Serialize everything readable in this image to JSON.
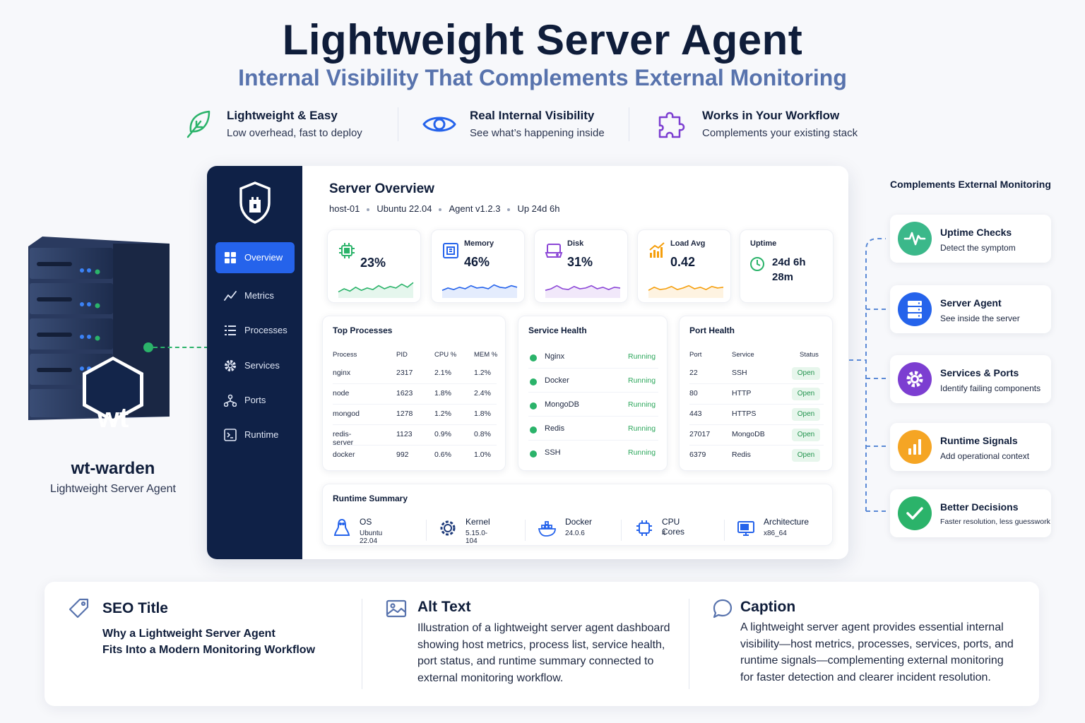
{
  "header": {
    "title": "Lightweight Server Agent",
    "subtitle": "Internal Visibility That Complements External Monitoring"
  },
  "features": [
    {
      "icon": "leaf-icon",
      "title": "Lightweight & Easy",
      "desc": "Low overhead, fast to deploy"
    },
    {
      "icon": "eye-icon",
      "title": "Real Internal Visibility",
      "desc": "See what’s happening inside"
    },
    {
      "icon": "puzzle-icon",
      "title": "Works in Your Workflow",
      "desc": "Complements your existing stack"
    }
  ],
  "server": {
    "badge": "wt",
    "name": "wt-warden",
    "subtitle": "Lightweight Server Agent"
  },
  "sidebar": {
    "items": [
      {
        "label": "Overview",
        "icon": "grid-icon"
      },
      {
        "label": "Metrics",
        "icon": "trend-icon"
      },
      {
        "label": "Processes",
        "icon": "list-icon"
      },
      {
        "label": "Services",
        "icon": "gear-icon"
      },
      {
        "label": "Ports",
        "icon": "network-icon"
      },
      {
        "label": "Runtime",
        "icon": "terminal-icon"
      }
    ]
  },
  "overview": {
    "title": "Server Overview",
    "host": "host-01",
    "os": "Ubuntu 22.04",
    "agent": "Agent v1.2.3",
    "uptime": "Up 24d 6h"
  },
  "metrics": [
    {
      "label": "",
      "value": "23%",
      "icon": "chip-icon",
      "color": "#2bb36a",
      "series": [
        0.3,
        0.5,
        0.35,
        0.6,
        0.4,
        0.55,
        0.45,
        0.7,
        0.5,
        0.65,
        0.55,
        0.8,
        0.6,
        0.9
      ]
    },
    {
      "label": "Memory",
      "value": "46%",
      "icon": "memory-icon",
      "color": "#2563eb",
      "series": [
        0.4,
        0.55,
        0.45,
        0.6,
        0.5,
        0.7,
        0.55,
        0.6,
        0.5,
        0.75,
        0.6,
        0.55,
        0.7,
        0.6
      ]
    },
    {
      "label": "Disk",
      "value": "31%",
      "icon": "disk-icon",
      "color": "#8b45d6",
      "series": [
        0.4,
        0.5,
        0.7,
        0.5,
        0.45,
        0.65,
        0.5,
        0.55,
        0.7,
        0.5,
        0.6,
        0.45,
        0.6,
        0.55
      ]
    },
    {
      "label": "Load Avg",
      "value": "0.42",
      "icon": "load-icon",
      "color": "#f59e0b",
      "series": [
        0.4,
        0.6,
        0.45,
        0.5,
        0.65,
        0.45,
        0.55,
        0.7,
        0.5,
        0.6,
        0.45,
        0.65,
        0.55,
        0.6
      ]
    }
  ],
  "uptime_card": {
    "label": "Uptime",
    "value_line1": "24d 6h",
    "value_line2": "28m"
  },
  "processes": {
    "title": "Top Processes",
    "headers": [
      "Process",
      "PID",
      "CPU %",
      "MEM %"
    ],
    "rows": [
      [
        "nginx",
        "2317",
        "2.1%",
        "1.2%"
      ],
      [
        "node",
        "1623",
        "1.8%",
        "2.4%"
      ],
      [
        "mongod",
        "1278",
        "1.2%",
        "1.8%"
      ],
      [
        "redis-server",
        "1123",
        "0.9%",
        "0.8%"
      ],
      [
        "docker",
        "992",
        "0.6%",
        "1.0%"
      ]
    ]
  },
  "services": {
    "title": "Service Health",
    "rows": [
      {
        "name": "Nginx",
        "status": "Running"
      },
      {
        "name": "Docker",
        "status": "Running"
      },
      {
        "name": "MongoDB",
        "status": "Running"
      },
      {
        "name": "Redis",
        "status": "Running"
      },
      {
        "name": "SSH",
        "status": "Running"
      }
    ]
  },
  "ports": {
    "title": "Port Health",
    "headers": [
      "Port",
      "Service",
      "Status"
    ],
    "rows": [
      [
        "22",
        "SSH",
        "Open"
      ],
      [
        "80",
        "HTTP",
        "Open"
      ],
      [
        "443",
        "HTTPS",
        "Open"
      ],
      [
        "27017",
        "MongoDB",
        "Open"
      ],
      [
        "6379",
        "Redis",
        "Open"
      ]
    ]
  },
  "runtime": {
    "title": "Runtime Summary",
    "items": [
      {
        "label": "OS",
        "value": "Ubuntu 22.04",
        "icon": "linux-icon"
      },
      {
        "label": "Kernel",
        "value": "5.15.0-104",
        "icon": "kernel-gear-icon"
      },
      {
        "label": "Docker",
        "value": "24.0.6",
        "icon": "docker-icon"
      },
      {
        "label": "CPU Cores",
        "value": "4",
        "icon": "cpu-icon"
      },
      {
        "label": "Architecture",
        "value": "x86_64",
        "icon": "monitor-icon"
      }
    ]
  },
  "external": {
    "title": "Complements External Monitoring",
    "items": [
      {
        "title": "Uptime Checks",
        "desc": "Detect the symptom",
        "icon": "pulse-icon",
        "color": "#3bb88a"
      },
      {
        "title": "Server Agent",
        "desc": "See inside the server",
        "icon": "server-icon",
        "color": "#2563eb"
      },
      {
        "title": "Services & Ports",
        "desc": "Identify failing components",
        "icon": "cog-icon",
        "color": "#7c3ed1"
      },
      {
        "title": "Runtime Signals",
        "desc": "Add operational context",
        "icon": "bar-chart-icon",
        "color": "#f5a524"
      },
      {
        "title": "Better Decisions",
        "desc": "Faster resolution, less guesswork",
        "icon": "check-icon",
        "color": "#2bb36a"
      }
    ]
  },
  "bottom": {
    "seo": {
      "heading": "SEO Title",
      "line1": "Why a Lightweight Server Agent",
      "line2": "Fits Into a Modern Monitoring Workflow"
    },
    "alt": {
      "heading": "Alt Text",
      "lines": [
        "Illustration of a lightweight server agent dashboard",
        "showing host metrics, process list, service health,",
        "port status, and runtime summary connected to",
        "external monitoring workflow."
      ]
    },
    "caption": {
      "heading": "Caption",
      "lines": [
        "A lightweight server agent provides essential internal",
        "visibility—host metrics, processes, services, ports, and",
        "runtime signals—complementing external monitoring",
        "for faster detection and clearer incident resolution."
      ]
    }
  }
}
